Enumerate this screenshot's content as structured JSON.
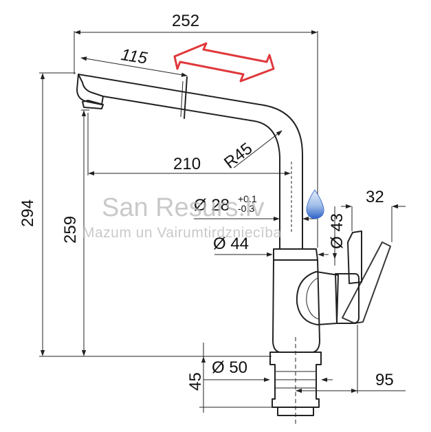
{
  "dimensions": {
    "total_width": "252",
    "spout_extension": "115",
    "spout_reach": "210",
    "bend_radius": "R45",
    "total_height": "294",
    "spout_height": "259",
    "pipe_diameter": "Ø 28",
    "pipe_tolerance_plus": "+0.1",
    "pipe_tolerance_minus": "-0.3",
    "neck_diameter": "Ø 43",
    "body_diameter": "Ø 44",
    "handle_offset": "32",
    "base_diameter": "Ø 50",
    "shank_height": "45",
    "handle_reach": "95"
  },
  "watermark": {
    "title": "San Resurs.lv",
    "subtitle": "Mazum un Vairumtirdzniecība"
  },
  "colors": {
    "arrow": "#e0383b",
    "drop_light": "#cfe0f5",
    "drop_dark": "#2f62c8",
    "watermark": "#b8b8b8"
  },
  "icons": {
    "movement_arrow": "double-arrow-icon",
    "water_drop": "water-drop-icon"
  }
}
